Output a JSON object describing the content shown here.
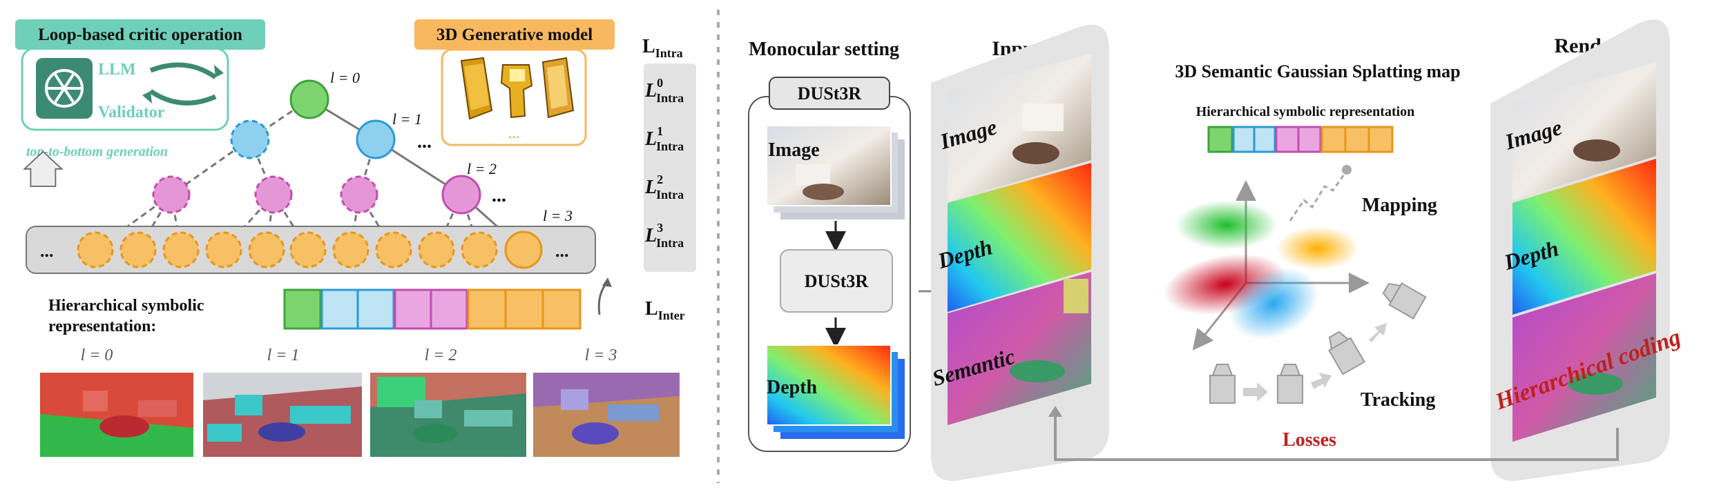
{
  "left_panel": {
    "critic_tag": "Loop-based critic operation",
    "llm_label": "LLM",
    "validator_label": "Validator",
    "generation_note": "top-to-bottom generation",
    "gen_model_tag": "3D Generative model",
    "gen_model_ellipsis": "...",
    "level_labels": [
      "l = 0",
      "l = 1",
      "l = 2",
      "l = 3"
    ],
    "tree_ellipsis": "...",
    "symbolic_caption_line1": "Hierarchical symbolic",
    "symbolic_caption_line2": "representation:",
    "thumbnail_labels": [
      "l = 0",
      "l = 1",
      "l = 2",
      "l = 3"
    ]
  },
  "losses_column": {
    "intra_base": "L",
    "intra_sub": "Intra",
    "levels": [
      {
        "sup": "0",
        "sub": "Intra"
      },
      {
        "sup": "1",
        "sub": "Intra"
      },
      {
        "sup": "2",
        "sub": "Intra"
      },
      {
        "sup": "3",
        "sub": "Intra"
      }
    ],
    "inter_base": "L",
    "inter_sub": "Inter"
  },
  "right_panel": {
    "monocular_title": "Monocular setting",
    "dust3r_top": "DUSt3R",
    "image_label": "Image",
    "dust3r_box": "DUSt3R",
    "depth_label": "Depth",
    "input_title": "Input",
    "input_labels": [
      "Image",
      "Depth",
      "Semantic"
    ],
    "map_title": "3D Semantic Gaussian Splatting map",
    "map_subtitle": "Hierarchical symbolic  representation",
    "mapping_label": "Mapping",
    "tracking_label": "Tracking",
    "render_title": "Render",
    "render_labels": [
      "Image",
      "Depth"
    ],
    "hier_coding": "Hierarchical coding",
    "losses_label": "Losses"
  },
  "colors": {
    "teal": "#6fcfb8",
    "orange_tag": "#f7b860",
    "green_node": "#7ed46f",
    "blue_node": "#8fd0ee",
    "pink_node": "#e596d6",
    "orange_node": "#f8c064",
    "loss_red": "#c0201f"
  }
}
